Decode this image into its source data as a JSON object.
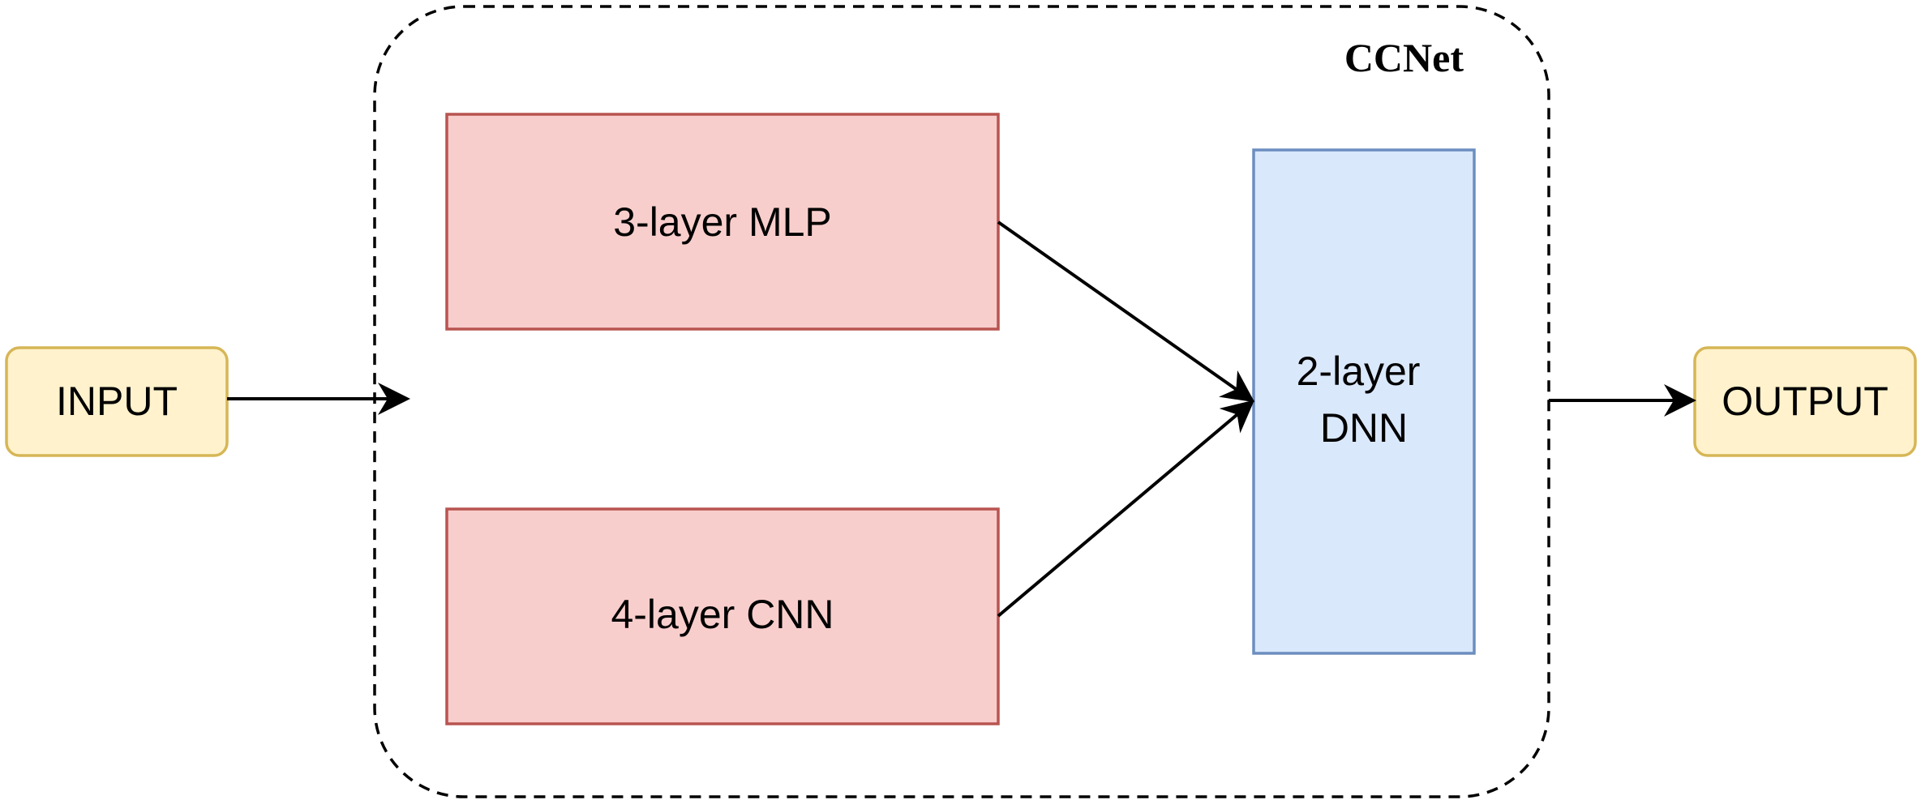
{
  "diagram": {
    "group": {
      "title": "CCNet"
    },
    "nodes": {
      "input": {
        "label": "INPUT"
      },
      "output": {
        "label": "OUTPUT"
      },
      "mlp": {
        "label": "3-layer MLP"
      },
      "cnn": {
        "label": "4-layer CNN"
      },
      "dnn": {
        "label_lines": [
          "2-layer",
          "DNN"
        ]
      }
    },
    "edges": [
      {
        "from": "input",
        "to": "group"
      },
      {
        "from": "mlp",
        "to": "dnn"
      },
      {
        "from": "cnn",
        "to": "dnn"
      },
      {
        "from": "group",
        "to": "output"
      }
    ],
    "colors": {
      "io_fill": "#fff2cc",
      "io_stroke": "#d6b656",
      "layer_fill": "#f8cecc",
      "layer_stroke": "#b85450",
      "dnn_fill": "#dae8fc",
      "dnn_stroke": "#6c8ebf",
      "line": "#000000"
    }
  }
}
